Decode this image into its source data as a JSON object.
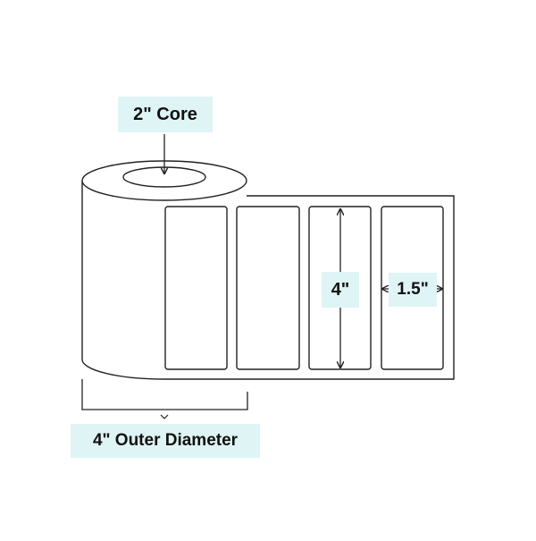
{
  "labels": {
    "core": "2\" Core",
    "label_height": "4\"",
    "label_width": "1.5\"",
    "outer_diameter": "4\" Outer Diameter"
  },
  "colors": {
    "label_bg": "#dff4f5",
    "stroke": "#222222",
    "text": "#111111"
  }
}
